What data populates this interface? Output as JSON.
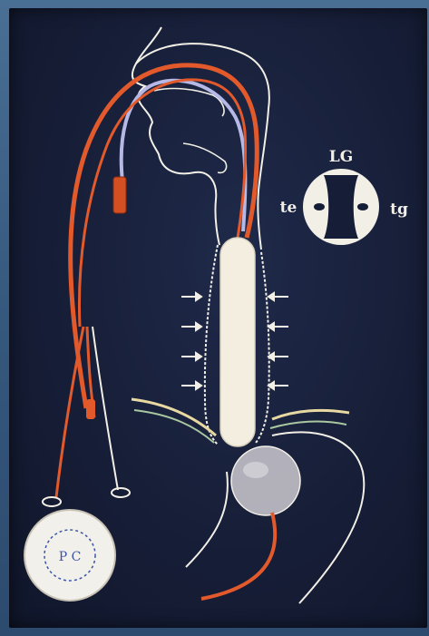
{
  "diagram": {
    "labels": {
      "top": "LG",
      "left": "te",
      "right": "tg"
    },
    "colors": {
      "background": "#161d36",
      "frame": "#3b5d80",
      "tube_red": "#e25a2c",
      "tube_blue": "#b6b9e6",
      "outline": "#f2efe6",
      "balloon": "#f4eee0"
    }
  }
}
